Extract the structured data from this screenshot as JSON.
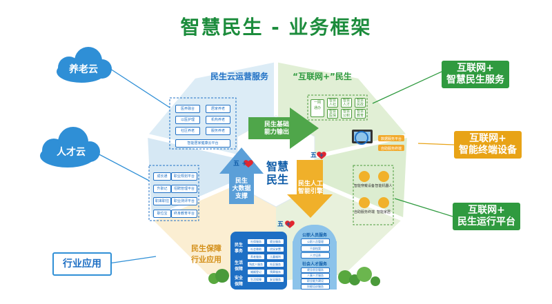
{
  "title": "智慧民生 - 业务框架",
  "colors": {
    "title": "#1c8c3c",
    "blue": "#1e6fc4",
    "green": "#2f9a3f",
    "orange": "#e8a316",
    "light_blue": "#dcecf6",
    "light_green": "#e1efd5",
    "light_yellow": "#fbeed2"
  },
  "clouds": {
    "elderly": "养老云",
    "talent": "人才云",
    "industry": "行业应用"
  },
  "right_callouts": {
    "services": "互联网+\n智慧民生服务",
    "devices": "互联网+\n智能终端设备",
    "platform": "互联网+\n民生运行平台"
  },
  "sections": {
    "cloud_ops": "民生云运营服务",
    "internet_plus": "“互联网+”民生",
    "guarantee": "民生保障\n行业应用"
  },
  "center": {
    "title": "智慧\n民生",
    "five_plus": "五 +",
    "arrow_top": "民生基础\n能力输出",
    "arrow_left": "民生\n大数据\n支撑",
    "arrow_right": "民生人工\n智能引擎"
  },
  "elderly_items": [
    "医养融合",
    "居家养老",
    "以医护理",
    "机构养老",
    "社区养老",
    "服务养老",
    "智能居家健康云平台"
  ],
  "talent_items": [
    "成长通",
    "职业规划平台",
    "升职记",
    "招聘管理平台",
    "职来职往",
    "职业测评平台",
    "职位宝",
    "终身教育平台"
  ],
  "internet_items": [
    "一网\n通办",
    "智慧\n人社",
    "智慧\n人才",
    "智慧\n民政",
    "智慧\n医保",
    "智慧\n公积",
    "智慧\n教育"
  ],
  "device_labels": [
    "数据服务平台",
    "自助服务终端"
  ],
  "device_icons": [
    "智能穿戴设备",
    "智能机器人",
    "自助服务终端",
    "智能家居"
  ],
  "bottom": {
    "left_heading": "民生\n事务",
    "guarantee": "生活\n保障",
    "security": "安全\n保障",
    "public_title": "公职人员服务",
    "social_title": "社会人才服务"
  },
  "bottom_left_chips": [
    "社保服务",
    "就业服务",
    "社会救助",
    "优抚安置",
    "养老服务",
    "儿童福利",
    "残疾人服务",
    "社区服务",
    "婚姻登记",
    "殡葬服务",
    "生活保障",
    "安全服务"
  ],
  "public_chips": [
    "公职人员管理",
    "干部档案",
    "人才培养"
  ],
  "social_chips": [
    "就业创业服务",
    "人事人才服务",
    "职业能力建设",
    "技能培训服务"
  ]
}
